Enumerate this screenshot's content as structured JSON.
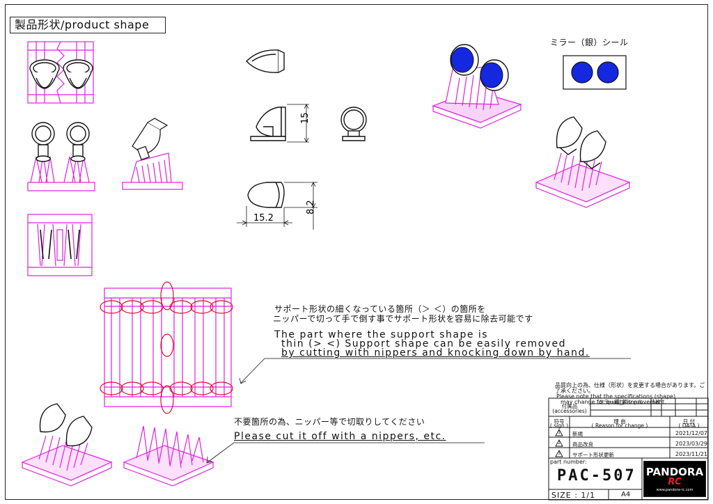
{
  "sheet": {
    "title": "製品形状/product shape",
    "mirror_label": "ミラー（銀）シール",
    "dims": {
      "height": "15",
      "length": "15.2",
      "width": "8.2"
    },
    "notes": {
      "jp_support_1": "サポート形状の細くなっている箇所（＞ ＜）の箇所を",
      "jp_support_2": "ニッパーで切って手で倒す事でサポート形状を容易に除去可能です",
      "en_support_1": "The part where the support shape is",
      "en_support_2": "thin (> <) Support shape can be easily removed",
      "en_support_3": "by cutting with nippers and knocking down by hand.",
      "jp_cut": "不要箇所の為、ニッパー等で切取りしてください",
      "en_cut": "Please cut it off with a nippers, etc."
    }
  },
  "title_block": {
    "notice_jp": "品質向上の為、仕様（形状）を変更する場合があります。ご了承ください。",
    "notice_en_1": "Please note that the specifications (shape)",
    "notice_en_2": "may change for quality improvement.",
    "accessories_label_jp": "付属品",
    "accessories_label_en": "(accessories)",
    "accessory_item": "ミラー用_銀シール",
    "accessory_qty": "1枚",
    "sign_jp": "符号",
    "sign_en": "( sign )",
    "reason_jp": "理 由",
    "reason_en": "( Reason for change )",
    "date_jp": "日 付",
    "date_en": "( DATA )",
    "revisions": [
      {
        "sign": "1",
        "reason": "新規",
        "date": "2021/12/07"
      },
      {
        "sign": "2",
        "reason": "商品改良",
        "date": "2023/03/29"
      },
      {
        "sign": "3",
        "reason": "サポート形状更新",
        "date": "2023/11/21"
      }
    ],
    "part_number_label": "part number:",
    "part_number": "PAC-507",
    "size": "SIZE : 1/1",
    "paper": "A4",
    "logo_main": "PANDORA",
    "logo_sub": "RC",
    "logo_url": "www.pandora-rc.com"
  },
  "colors": {
    "support": "#e01ee0",
    "mirror": "#1428e0",
    "callout": "#d8102a",
    "line": "#111111"
  }
}
